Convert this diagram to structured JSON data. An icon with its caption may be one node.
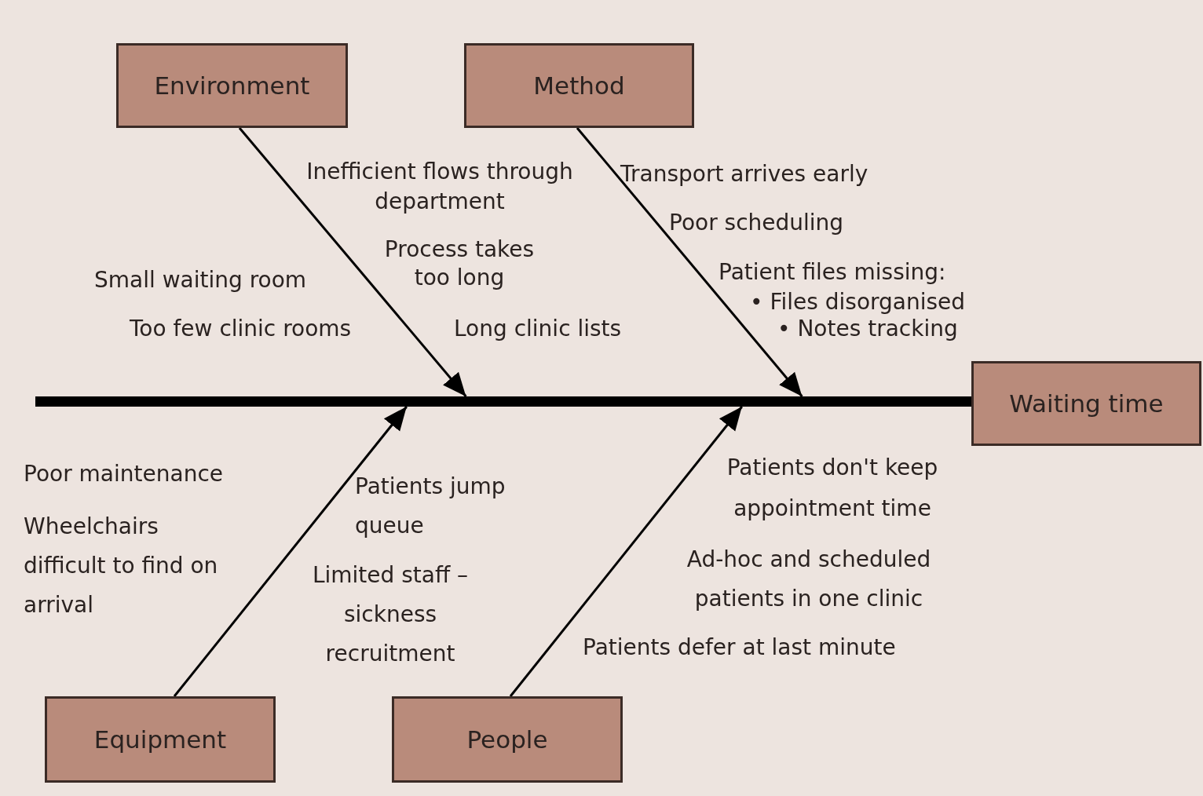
{
  "diagram": {
    "nodes": [
      {
        "text": [
          "Environment"
        ]
      },
      {
        "text": [
          "Method"
        ]
      },
      {
        "text": [],
        "shape": "bar"
      },
      {
        "text": [
          "Waiting time"
        ]
      },
      {
        "text": [
          "Equipment"
        ]
      },
      {
        "text": [
          "People"
        ]
      }
    ],
    "edges": [
      {
        "from": 0,
        "to": 2,
        "arrow": "to"
      },
      {
        "from": 1,
        "to": 2,
        "arrow": "to"
      },
      {
        "from": 4,
        "to": 2,
        "arrow": "to"
      },
      {
        "from": 5,
        "to": 2,
        "arrow": "to"
      }
    ],
    "labels": [
      "Inefficient flows through department",
      "Transport arrives early",
      "Poor scheduling",
      "Process takes too long",
      "Small waiting room",
      "Patient files missing:",
      "• Files disorganised",
      "• Notes tracking",
      "Too few clinic rooms",
      "Long clinic lists",
      "Poor maintenance",
      "Patients don't keep appointment time",
      "Patients jump queue",
      "Wheelchairs difficult to find on arrival",
      "Ad-hoc and scheduled patients in one clinic",
      "Limited staff – sickness recruitment",
      "Patients defer at last minute"
    ]
  }
}
